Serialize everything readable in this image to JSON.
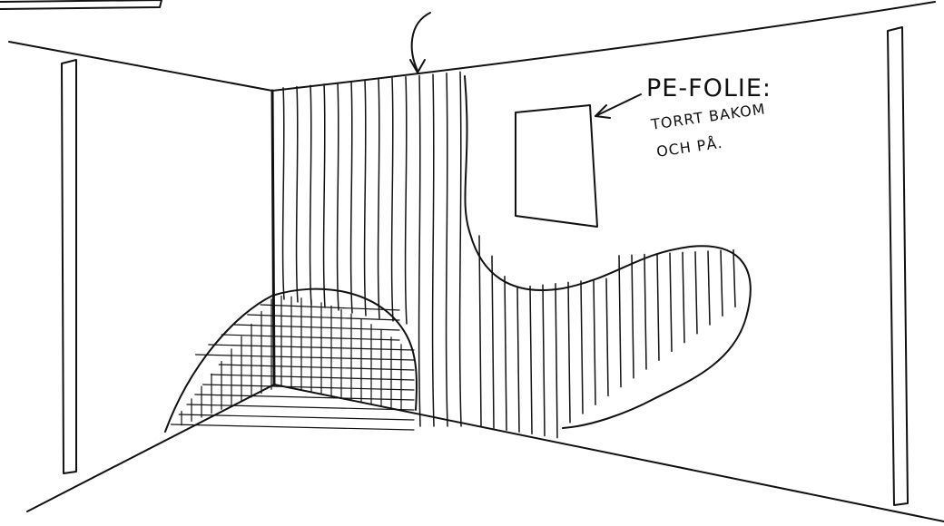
{
  "labels": {
    "line1": "PE-FOLIE:",
    "line2": "TORRT BAKOM",
    "line3": "OCH PÅ."
  }
}
